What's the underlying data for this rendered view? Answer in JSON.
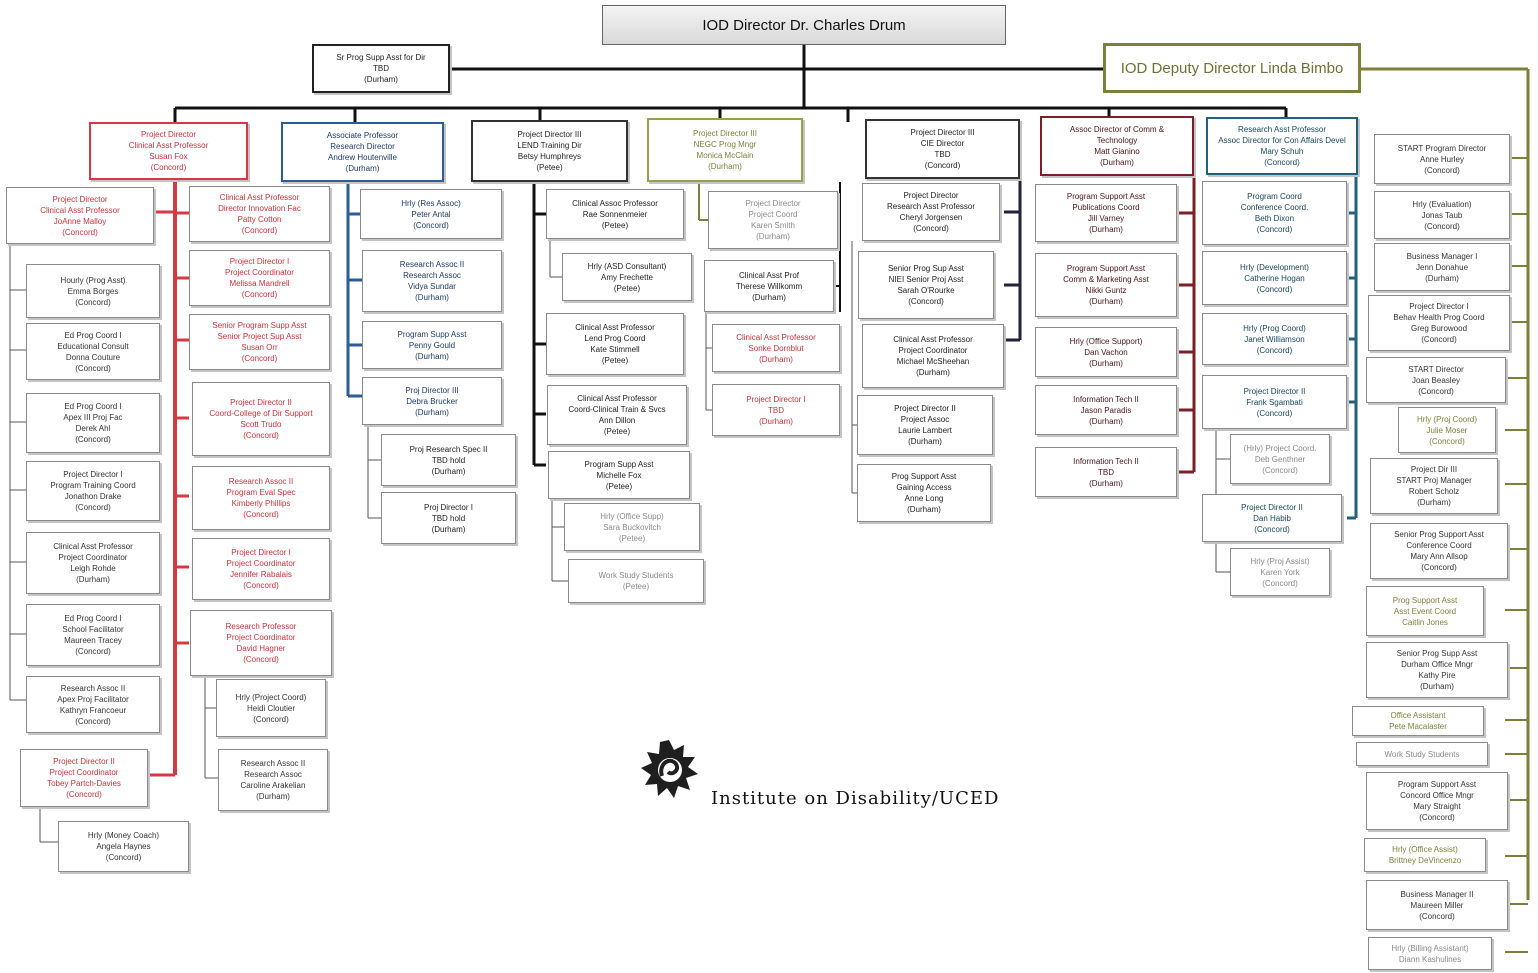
{
  "director": "IOD Director Dr. Charles Drum",
  "deputy": "IOD Deputy Director Linda Bimbo",
  "sr_assistant": [
    "Sr Prog Supp Asst for Dir",
    "TBD",
    "(Durham)"
  ],
  "logo_text": "Institute on Disability/UCED",
  "colors": {
    "red": "#d33a44",
    "blue": "#2c5d95",
    "dark": "#333333",
    "olive": "#7d7f3a",
    "maroon": "#7b1f29",
    "teal": "#25607a"
  },
  "columns": [
    {
      "color": "red",
      "lead": [
        "Project Director",
        "Clinical Asst Professor",
        "Susan Fox",
        "(Concord)"
      ],
      "left_members": [
        [
          "Project Director",
          "Clinical Asst Professor",
          "JoAnne Malloy",
          "(Concord)"
        ],
        [
          "Hourly (Prog Asst)",
          "Emma Borges",
          "(Concord)"
        ],
        [
          "Ed Prog Coord I",
          "Educational Consult",
          "Donna Couture",
          "(Concord)"
        ],
        [
          "Ed Prog Coord I",
          "Apex III Proj Fac",
          "Derek Ahl",
          "(Concord)"
        ],
        [
          "Project Director I",
          "Program Training Coord",
          "Jonathon Drake",
          "(Concord)"
        ],
        [
          "Clinical Asst Professor",
          "Project Coordinator",
          "Leigh Rohde",
          "(Durham)"
        ],
        [
          "Ed Prog Coord I",
          "School Facilitator",
          "Maureen Tracey",
          "(Concord)"
        ],
        [
          "Research Assoc II",
          "Apex Proj Facilitator",
          "Kathryn Francoeur",
          "(Concord)"
        ],
        [
          "Project Director II",
          "Project Coordinator",
          "Tobey Partch-Davies",
          "(Concord)"
        ],
        [
          "Hrly (Money Coach)",
          "Angela Haynes",
          "(Concord)"
        ]
      ],
      "members": [
        [
          "Clinical Asst Professor",
          "Director Innovation Fac",
          "Patty Cotton",
          "(Concord)"
        ],
        [
          "Project Director I",
          "Project Coordinator",
          "Melissa Mandrell",
          "(Concord)"
        ],
        [
          "Senior Program Supp Asst",
          "Senior Project Sup Asst",
          "Susan Orr",
          "(Concord)"
        ],
        [
          "Project Director II",
          "Coord-College of Dir Support",
          "Scott Trudo",
          "(Concord)"
        ],
        [
          "Research Assoc II",
          "Program Eval Spec",
          "Kimberly Phillips",
          "(Concord)"
        ],
        [
          "Project Director I",
          "Project Coordinator",
          "Jennifer Rabalais",
          "(Concord)"
        ],
        [
          "Research Professor",
          "Project Coordinator",
          "David Hagner",
          "(Concord)"
        ],
        [
          "Hrly (Project Coord)",
          "Heidi Cloutier",
          "(Concord)"
        ],
        [
          "Research Assoc II",
          "Research Assoc",
          "Caroline Arakelian",
          "(Durham)"
        ]
      ]
    },
    {
      "color": "blue",
      "lead": [
        "Associate Professor",
        "Research Director",
        "Andrew Houtenville",
        "(Durham)"
      ],
      "members": [
        [
          "Hrly (Res Assoc)",
          "Peter Antal",
          "(Concord)"
        ],
        [
          "Research Assoc II",
          "Research Assoc",
          "Vidya Sundar",
          "(Durham)"
        ],
        [
          "Program Supp Asst",
          "Penny Gould",
          "(Durham)"
        ],
        [
          "Proj Director III",
          "Debra Brucker",
          "(Durham)"
        ],
        [
          "Proj Research Spec II",
          "TBD hold",
          "(Durham)"
        ],
        [
          "Proj Director I",
          "TBD hold",
          "(Durham)"
        ]
      ]
    },
    {
      "color": "dark",
      "lead": [
        "Project Director III",
        "LEND Training Dir",
        "Betsy Humphreys",
        "(Petee)"
      ],
      "members": [
        [
          "Clinical Assoc Professor",
          "Rae Sonnenmeier",
          "(Petee)"
        ],
        [
          "Hrly (ASD Consultant)",
          "Amy Frechette",
          "(Petee)"
        ],
        [
          "Clinical Asst Professor",
          "Lend Prog Coord",
          "Kate Stimmell",
          "(Petee)"
        ],
        [
          "Clinical Asst Professor",
          "Coord-Clinical Train & Svcs",
          "Ann Dillon",
          "(Petee)"
        ],
        [
          "Program Supp Asst",
          "Michelle Fox",
          "(Petee)"
        ],
        [
          "Hrly (Office Supp)",
          "Sara Buckovitch",
          "(Petee)"
        ],
        [
          "Work Study Students",
          "(Petee)"
        ]
      ]
    },
    {
      "color": "olive",
      "lead": [
        "Project Director III",
        "NEGC Prog Mngr",
        "Monica McClain",
        "(Durham)"
      ],
      "members": [
        [
          "Project Director",
          "Project Coord",
          "Karen Smith",
          "(Durham)"
        ],
        [
          "Clinical Asst Prof",
          "Therese Willkomm",
          "(Durham)"
        ],
        [
          "Clinical Asst Professor",
          "Sonke Dornblut",
          "(Durham)"
        ],
        [
          "Project Director I",
          "TBD",
          "(Durham)"
        ]
      ]
    },
    {
      "color": "dark",
      "lead": [
        "Project Director III",
        "CIE Director",
        "TBD",
        "(Concord)"
      ],
      "members": [
        [
          "Project Director",
          "Research Asst Professor",
          "Cheryl Jorgensen",
          "(Concord)"
        ],
        [
          "Senior Prog Sup Asst",
          "NIEI Senior Proj Asst",
          "Sarah O'Rourke",
          "(Concord)"
        ],
        [
          "Clinical Asst Professor",
          "Project Coordinator",
          "Michael McSheehan",
          "(Durham)"
        ],
        [
          "Project Director II",
          "Project Assoc",
          "Laurie Lambert",
          "(Durham)"
        ],
        [
          "Prog Support Asst",
          "Gaining Access",
          "Anne Long",
          "(Durham)"
        ]
      ]
    },
    {
      "color": "maroon",
      "lead": [
        "Assoc Director of Comm &",
        "Technology",
        "Matt Gianino",
        "(Durham)"
      ],
      "members": [
        [
          "Program Support Asst",
          "Publications Coord",
          "Jill Varney",
          "(Durham)"
        ],
        [
          "Program Support Asst",
          "Comm & Marketing Asst",
          "Nikki Guntz",
          "(Durham)"
        ],
        [
          "Hrly (Office Support)",
          "Dan Vachon",
          "(Durham)"
        ],
        [
          "Information Tech II",
          "Jason Paradis",
          "(Durham)"
        ],
        [
          "Information Tech II",
          "TBD",
          "(Durham)"
        ]
      ]
    },
    {
      "color": "teal",
      "lead": [
        "Research Asst Professor",
        "Assoc Director for Con Affairs Devel",
        "Mary Schuh",
        "(Concord)"
      ],
      "members": [
        [
          "Program Coord",
          "Conference Coord.",
          "Beth Dixon",
          "(Concord)"
        ],
        [
          "Hrly (Development)",
          "Catherine Hogan",
          "(Concord)"
        ],
        [
          "Hrly (Prog Coord)",
          "Janet Williamson",
          "(Concord)"
        ],
        [
          "Project Director II",
          "Frank Sgambati",
          "(Concord)"
        ],
        [
          "(Hrly) Project Coord.",
          "Deb Genthner",
          "(Concord)"
        ],
        [
          "Project Director II",
          "Dan Habib",
          "(Concord)"
        ],
        [
          "Hrly (Proj Assist)",
          "Karen York",
          "(Concord)"
        ]
      ]
    }
  ],
  "deputy_staff": [
    [
      "START Program Director",
      "Anne Hurley",
      "(Concord)"
    ],
    [
      "Hrly (Evaluation)",
      "Jonas Taub",
      "(Concord)"
    ],
    [
      "Business Manager I",
      "Jenn Donahue",
      "(Durham)"
    ],
    [
      "Project Director I",
      "Behav Health Prog Coord",
      "Greg Burowood",
      "(Concord)"
    ],
    [
      "START Director",
      "Joan Beasley",
      "(Concord)"
    ],
    [
      "Hrly (Proj Coord)",
      "Julie Moser",
      "(Concord)"
    ],
    [
      "Project Dir III",
      "START Proj Manager",
      "Robert Scholz",
      "(Durham)"
    ],
    [
      "Senior Prog Support Asst",
      "Conference Coord",
      "Mary Ann Allsop",
      "(Concord)"
    ],
    [
      "Prog Support Asst",
      "Asst Event Coord",
      "Caitlin Jones"
    ],
    [
      "Senior Prog Supp Asst",
      "Durham Office Mngr",
      "Kathy Pire",
      "(Durham)"
    ],
    [
      "Office Assistant",
      "Pete Macalaster"
    ],
    [
      "Work Study Students"
    ],
    [
      "Program Support Asst",
      "Concord Office Mngr",
      "Mary Straight",
      "(Concord)"
    ],
    [
      "Hrly (Office Assist)",
      "Brittney DeVincenzo"
    ],
    [
      "Business Manager II",
      "Maureen Miller",
      "(Concord)"
    ],
    [
      "Hrly (Billing Assistant)",
      "Diann Kashulines"
    ]
  ]
}
